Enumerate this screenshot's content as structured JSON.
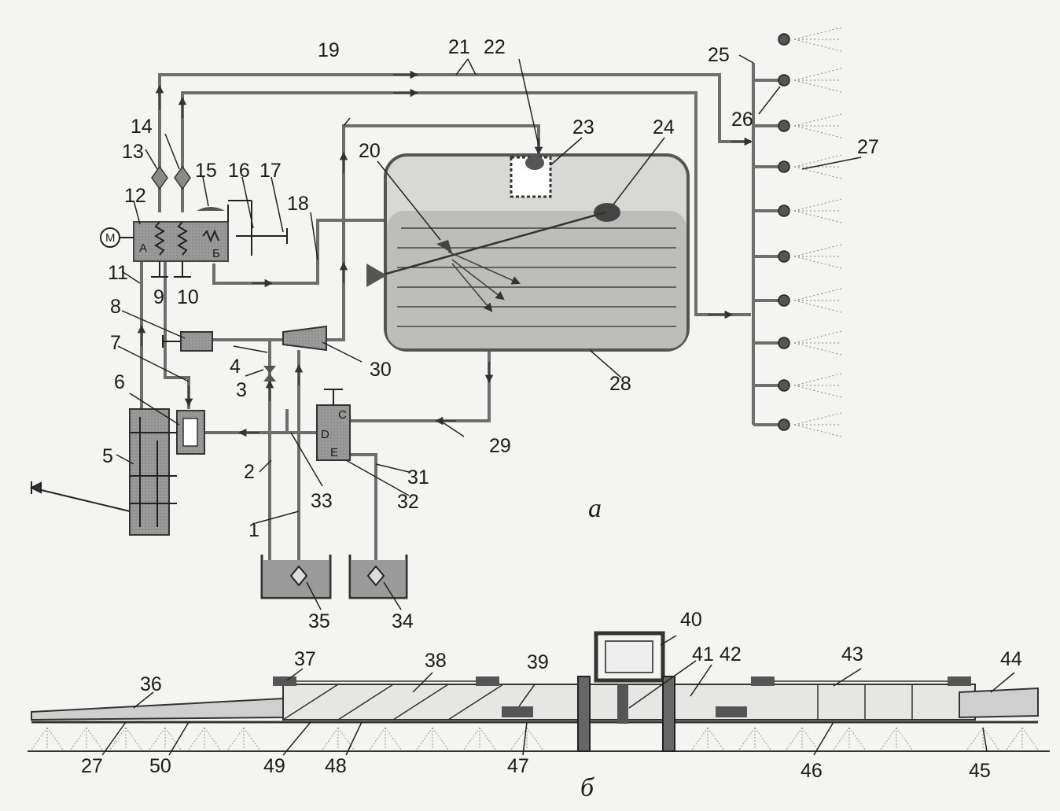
{
  "diagram_a": {
    "caption": "а",
    "labels": [
      "1",
      "2",
      "3",
      "4",
      "5",
      "6",
      "7",
      "8",
      "9",
      "10",
      "11",
      "12",
      "13",
      "14",
      "15",
      "16",
      "17",
      "18",
      "19",
      "20",
      "21",
      "22",
      "23",
      "24",
      "25",
      "26",
      "27",
      "28",
      "29",
      "30",
      "31",
      "32",
      "33",
      "34",
      "35"
    ],
    "unit_letters": [
      "A",
      "Б",
      "С",
      "D",
      "E"
    ],
    "motor_symbol": "M"
  },
  "diagram_b": {
    "caption": "б",
    "labels": [
      "27",
      "36",
      "37",
      "38",
      "39",
      "40",
      "41",
      "42",
      "43",
      "44",
      "45",
      "46",
      "47",
      "48",
      "49",
      "50"
    ]
  }
}
